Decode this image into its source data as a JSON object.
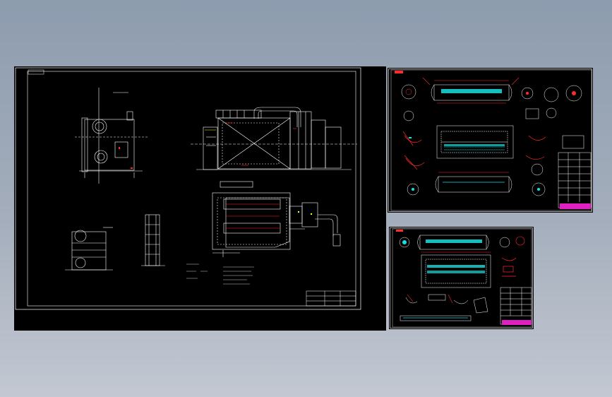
{
  "colors": {
    "background_top": "#8d9cae",
    "background_bottom": "#c3c8d2",
    "sheet": "#000000",
    "line_white": "#ffffff",
    "line_red": "#ff2a2a",
    "line_cyan": "#16e0e0",
    "line_yellow": "#ffff00",
    "title_block_magenta": "#e020c0"
  },
  "icons": {
    "drawing": "cad-drawing-icon"
  },
  "sheets": [
    {
      "id": "main-assembly",
      "kind": "boiler general arrangement drawing"
    },
    {
      "id": "drum-upper",
      "kind": "drum detail drawing"
    },
    {
      "id": "drum-lower",
      "kind": "drum detail drawing"
    }
  ]
}
